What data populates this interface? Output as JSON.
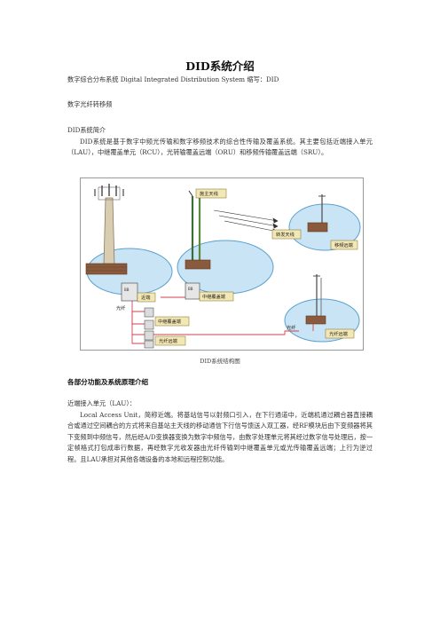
{
  "doc": {
    "title": "DID系统介绍",
    "subtitle": "数字综合分布系统    Digital Integrated Distribution System    缩写：DID",
    "topic": "数字光纤转移频",
    "intro_heading": "DID系统简介",
    "intro_para": "DID系统是基于数字中频光传输和数字移频技术的综合性传输及覆盖系统。其主要包括近端接入单元（LAU），中继覆盖单元（RCU），光转输覆盖远端（ORU）和移频传输覆盖远端（SRU）。",
    "figure_caption": "DID系统结构图",
    "section_heading": "各部分功能及系统原理介绍",
    "lau_heading": "近端接入单元（LAU）：",
    "lau_para": "Local Access Unit，简称近端。将基站信号以射频口引入，在下行通道中，近端机通过耦合器直接耦合或通过空间耦合的方式将来自基站主天线的移动通信下行信号馈送入双工器，经RF模块后由下变频器将其下变频到中频信号，然后经A/D变换器变换为数字中频信号，由数字处理单元将其经过数字信号处理后，按一定帧格式打包成串行数据，再经数字光收发器由光纤传输到中继覆盖单元或光传输覆盖远端；上行为逆过程。且LAU承担对其他各端设备的本地和远程控制功能。"
  },
  "diagram": {
    "labels": {
      "donor_antenna": "施主天线",
      "retransmit_antenna": "转发天线",
      "shift_remote": "移频远端",
      "near_end": "近端",
      "relay_cover_end": "中继覆盖端",
      "relay_cover_end_2": "中继覆盖端",
      "fiber_remote_1": "光纤远端",
      "fiber_remote_2": "光纤远端",
      "fiber_1": "光纤",
      "fiber_2": "光纤",
      "unit_1": "BB",
      "unit_2": "BB"
    },
    "colors": {
      "ellipse_fill": "#c9e4f5",
      "ellipse_stroke": "#5aa0cf",
      "label_box": "#f3e7b3",
      "label_border": "#7a6a2a",
      "fiber": "#d0424f",
      "building": "#8a5a3c"
    }
  }
}
